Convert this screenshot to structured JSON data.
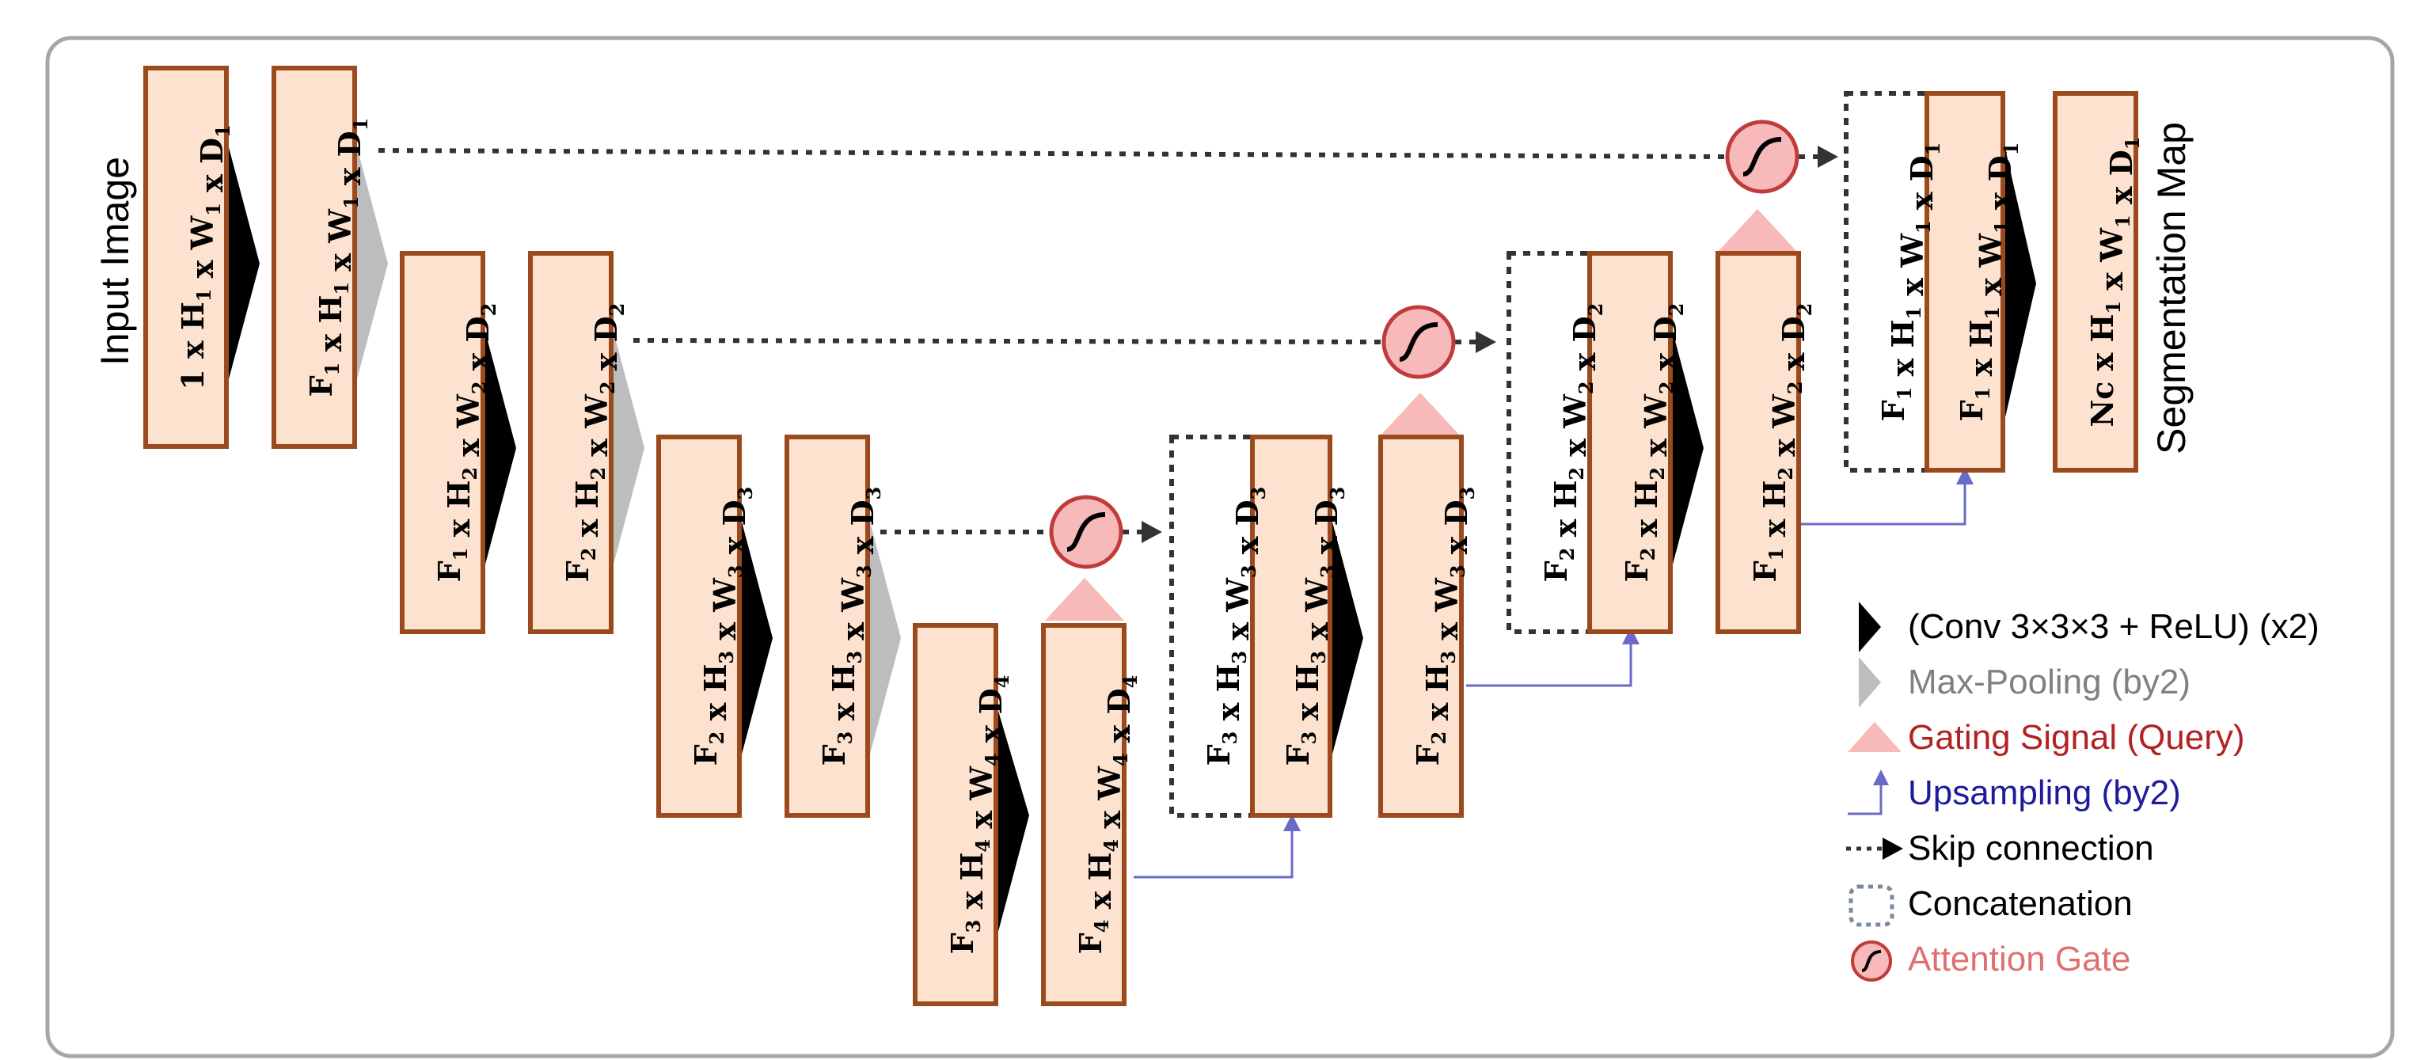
{
  "labels": {
    "input": "Input Image",
    "output": "Segmentation Map"
  },
  "boxes": {
    "e1a": {
      "main": "1 x H",
      "parts": [
        [
          "1 x H",
          "1"
        ],
        [
          " x W",
          "1"
        ],
        [
          " x D",
          "1"
        ]
      ]
    },
    "e1b": {
      "parts": [
        [
          "F",
          "1"
        ],
        [
          " x H",
          "1"
        ],
        [
          " x W",
          "1"
        ],
        [
          " x D",
          "1"
        ]
      ]
    },
    "e2a": {
      "parts": [
        [
          "F",
          "1"
        ],
        [
          " x H",
          "2"
        ],
        [
          " x W",
          "2"
        ],
        [
          " x D",
          "2"
        ]
      ]
    },
    "e2b": {
      "parts": [
        [
          "F",
          "2"
        ],
        [
          " x H",
          "2"
        ],
        [
          " x W",
          "2"
        ],
        [
          " x D",
          "2"
        ]
      ]
    },
    "e3a": {
      "parts": [
        [
          "F",
          "2"
        ],
        [
          " x H",
          "3"
        ],
        [
          " x W",
          "3"
        ],
        [
          " x D",
          "3"
        ]
      ]
    },
    "e3b": {
      "parts": [
        [
          "F",
          "3"
        ],
        [
          " x H",
          "3"
        ],
        [
          " x W",
          "3"
        ],
        [
          " x D",
          "3"
        ]
      ]
    },
    "e4a": {
      "parts": [
        [
          "F",
          "3"
        ],
        [
          " x H",
          "4"
        ],
        [
          " x W",
          "4"
        ],
        [
          " x D",
          "4"
        ]
      ]
    },
    "e4b": {
      "parts": [
        [
          "F",
          "4"
        ],
        [
          " x H",
          "4"
        ],
        [
          " x W",
          "4"
        ],
        [
          " x D",
          "4"
        ]
      ]
    },
    "d3skip": {
      "parts": [
        [
          "F",
          "3"
        ],
        [
          " x H",
          "3"
        ],
        [
          " x W",
          "3"
        ],
        [
          " x D",
          "3"
        ]
      ]
    },
    "d3a": {
      "parts": [
        [
          "F",
          "3"
        ],
        [
          " x H",
          "3"
        ],
        [
          " x W",
          "3"
        ],
        [
          " x D",
          "3"
        ]
      ]
    },
    "d3b": {
      "parts": [
        [
          "F",
          "2"
        ],
        [
          " x H",
          "3"
        ],
        [
          " x W",
          "3"
        ],
        [
          " x D",
          "3"
        ]
      ]
    },
    "d2skip": {
      "parts": [
        [
          "F",
          "2"
        ],
        [
          " x H",
          "2"
        ],
        [
          " x W",
          "2"
        ],
        [
          " x D",
          "2"
        ]
      ]
    },
    "d2a": {
      "parts": [
        [
          "F",
          "2"
        ],
        [
          " x H",
          "2"
        ],
        [
          " x W",
          "2"
        ],
        [
          " x D",
          "2"
        ]
      ]
    },
    "d2b": {
      "parts": [
        [
          "F",
          "1"
        ],
        [
          " x H",
          "2"
        ],
        [
          " x W",
          "2"
        ],
        [
          " x D",
          "2"
        ]
      ]
    },
    "d1skip": {
      "parts": [
        [
          "F",
          "1"
        ],
        [
          " x H",
          "1"
        ],
        [
          " x W",
          "1"
        ],
        [
          " x D",
          "1"
        ]
      ]
    },
    "d1a": {
      "parts": [
        [
          "F",
          "1"
        ],
        [
          " x H",
          "1"
        ],
        [
          " x W",
          "1"
        ],
        [
          " x D",
          "1"
        ]
      ]
    },
    "out": {
      "parts": [
        [
          "Nc x H",
          "1"
        ],
        [
          " x W",
          "1"
        ],
        [
          " x D",
          "1"
        ]
      ]
    }
  },
  "legend": [
    {
      "key": "conv",
      "text": "(Conv 3×3×3 + ReLU) (x2)",
      "color": "#000000"
    },
    {
      "key": "pool",
      "text": "Max-Pooling (by2)",
      "color": "#808080"
    },
    {
      "key": "gate",
      "text": "Gating Signal (Query)",
      "color": "#b22222"
    },
    {
      "key": "up",
      "text": "Upsampling (by2)",
      "color": "#1c1c9c"
    },
    {
      "key": "skip",
      "text": "Skip connection",
      "color": "#000000"
    },
    {
      "key": "concat",
      "text": "Concatenation",
      "color": "#000000"
    },
    {
      "key": "att",
      "text": "Attention Gate",
      "color": "#e07070"
    }
  ],
  "colors": {
    "box_fill": "#fde3cf",
    "box_border": "#9a4a1c",
    "gate_fill": "#f7b9b9",
    "pool": "#bdbdbd",
    "upsample": "#6a6ac8",
    "frame": "#a6a6a6"
  }
}
